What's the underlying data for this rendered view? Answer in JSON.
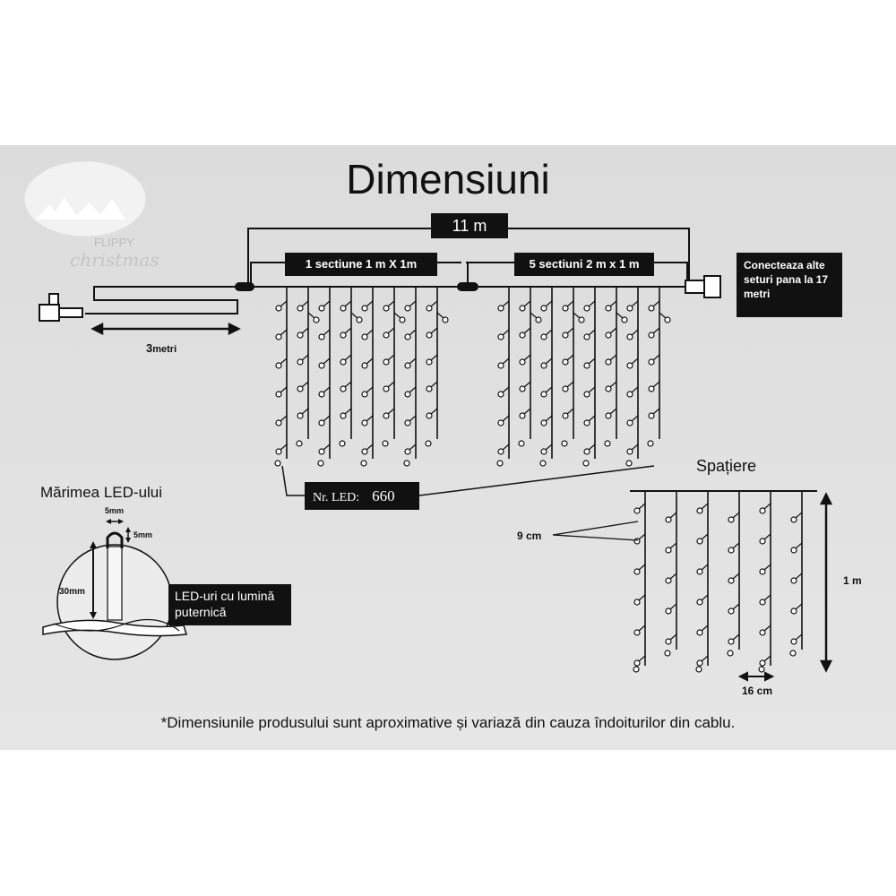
{
  "title": "Dimensiuni",
  "logo": {
    "text_line1": "FLIPPY",
    "text_line2": "christmas"
  },
  "labels": {
    "total_width": "11 m",
    "section1": "1 sectiune 1 m X 1m",
    "section2": "5 sectiuni 2 m x 1 m",
    "connect_note": "Conecteaza alte seturi pana la 17 metri",
    "lead_length_num": "3",
    "lead_length_unit": "metri",
    "led_count_label": "Nr. LED:",
    "led_count_value": "660",
    "spacing_title": "Spațiere",
    "vertical_spacing": "9 cm",
    "height": "1 m",
    "horizontal_spacing": "16 cm",
    "led_size_title": "Mărimea LED-ului",
    "led_width": "5mm",
    "led_cap": "5mm",
    "led_length": "30mm",
    "led_desc": "LED-uri cu lumină puternică",
    "footnote": "*Dimensiunile produsului sunt aproximative și variază din cauza îndoiturilor din cablu."
  },
  "colors": {
    "panel": "#dcdcdc",
    "box": "#111111",
    "box_text": "#ffffff"
  }
}
